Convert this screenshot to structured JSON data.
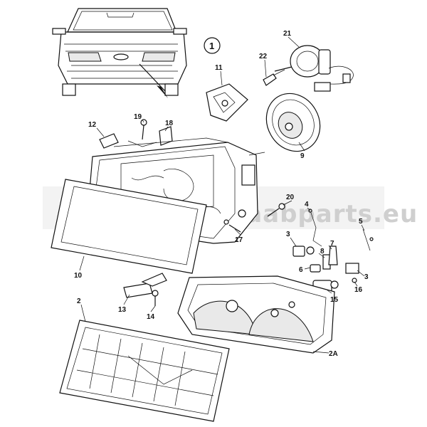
{
  "diagram": {
    "view_number": "1",
    "watermark": "www.saabparts.eu",
    "callouts": [
      {
        "id": "c2",
        "text": "2"
      },
      {
        "id": "c2a",
        "text": "2A"
      },
      {
        "id": "c3a",
        "text": "3"
      },
      {
        "id": "c3b",
        "text": "3"
      },
      {
        "id": "c4",
        "text": "4"
      },
      {
        "id": "c5",
        "text": "5"
      },
      {
        "id": "c6",
        "text": "6"
      },
      {
        "id": "c7",
        "text": "7"
      },
      {
        "id": "c8",
        "text": "8"
      },
      {
        "id": "c9",
        "text": "9"
      },
      {
        "id": "c10",
        "text": "10"
      },
      {
        "id": "c11",
        "text": "11"
      },
      {
        "id": "c12",
        "text": "12"
      },
      {
        "id": "c13",
        "text": "13"
      },
      {
        "id": "c14",
        "text": "14"
      },
      {
        "id": "c15",
        "text": "15"
      },
      {
        "id": "c16",
        "text": "16"
      },
      {
        "id": "c17",
        "text": "17"
      },
      {
        "id": "c18",
        "text": "18"
      },
      {
        "id": "c19",
        "text": "19"
      },
      {
        "id": "c20",
        "text": "20"
      },
      {
        "id": "c21",
        "text": "21"
      },
      {
        "id": "c22",
        "text": "22"
      }
    ]
  }
}
